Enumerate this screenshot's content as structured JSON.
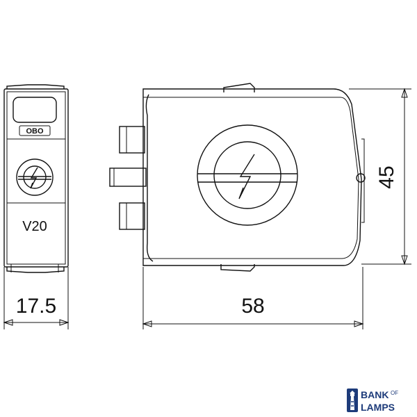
{
  "drawing": {
    "module_label": "V20",
    "brand_label": "OBO",
    "dimensions": {
      "width_front": "17.5",
      "length": "58",
      "height": "45"
    }
  },
  "logo": {
    "word_bank": "BANK",
    "word_of": "OF",
    "word_lamps": "LAMPS",
    "color": "#1d3b7a",
    "icon": "lighthouse-icon"
  }
}
